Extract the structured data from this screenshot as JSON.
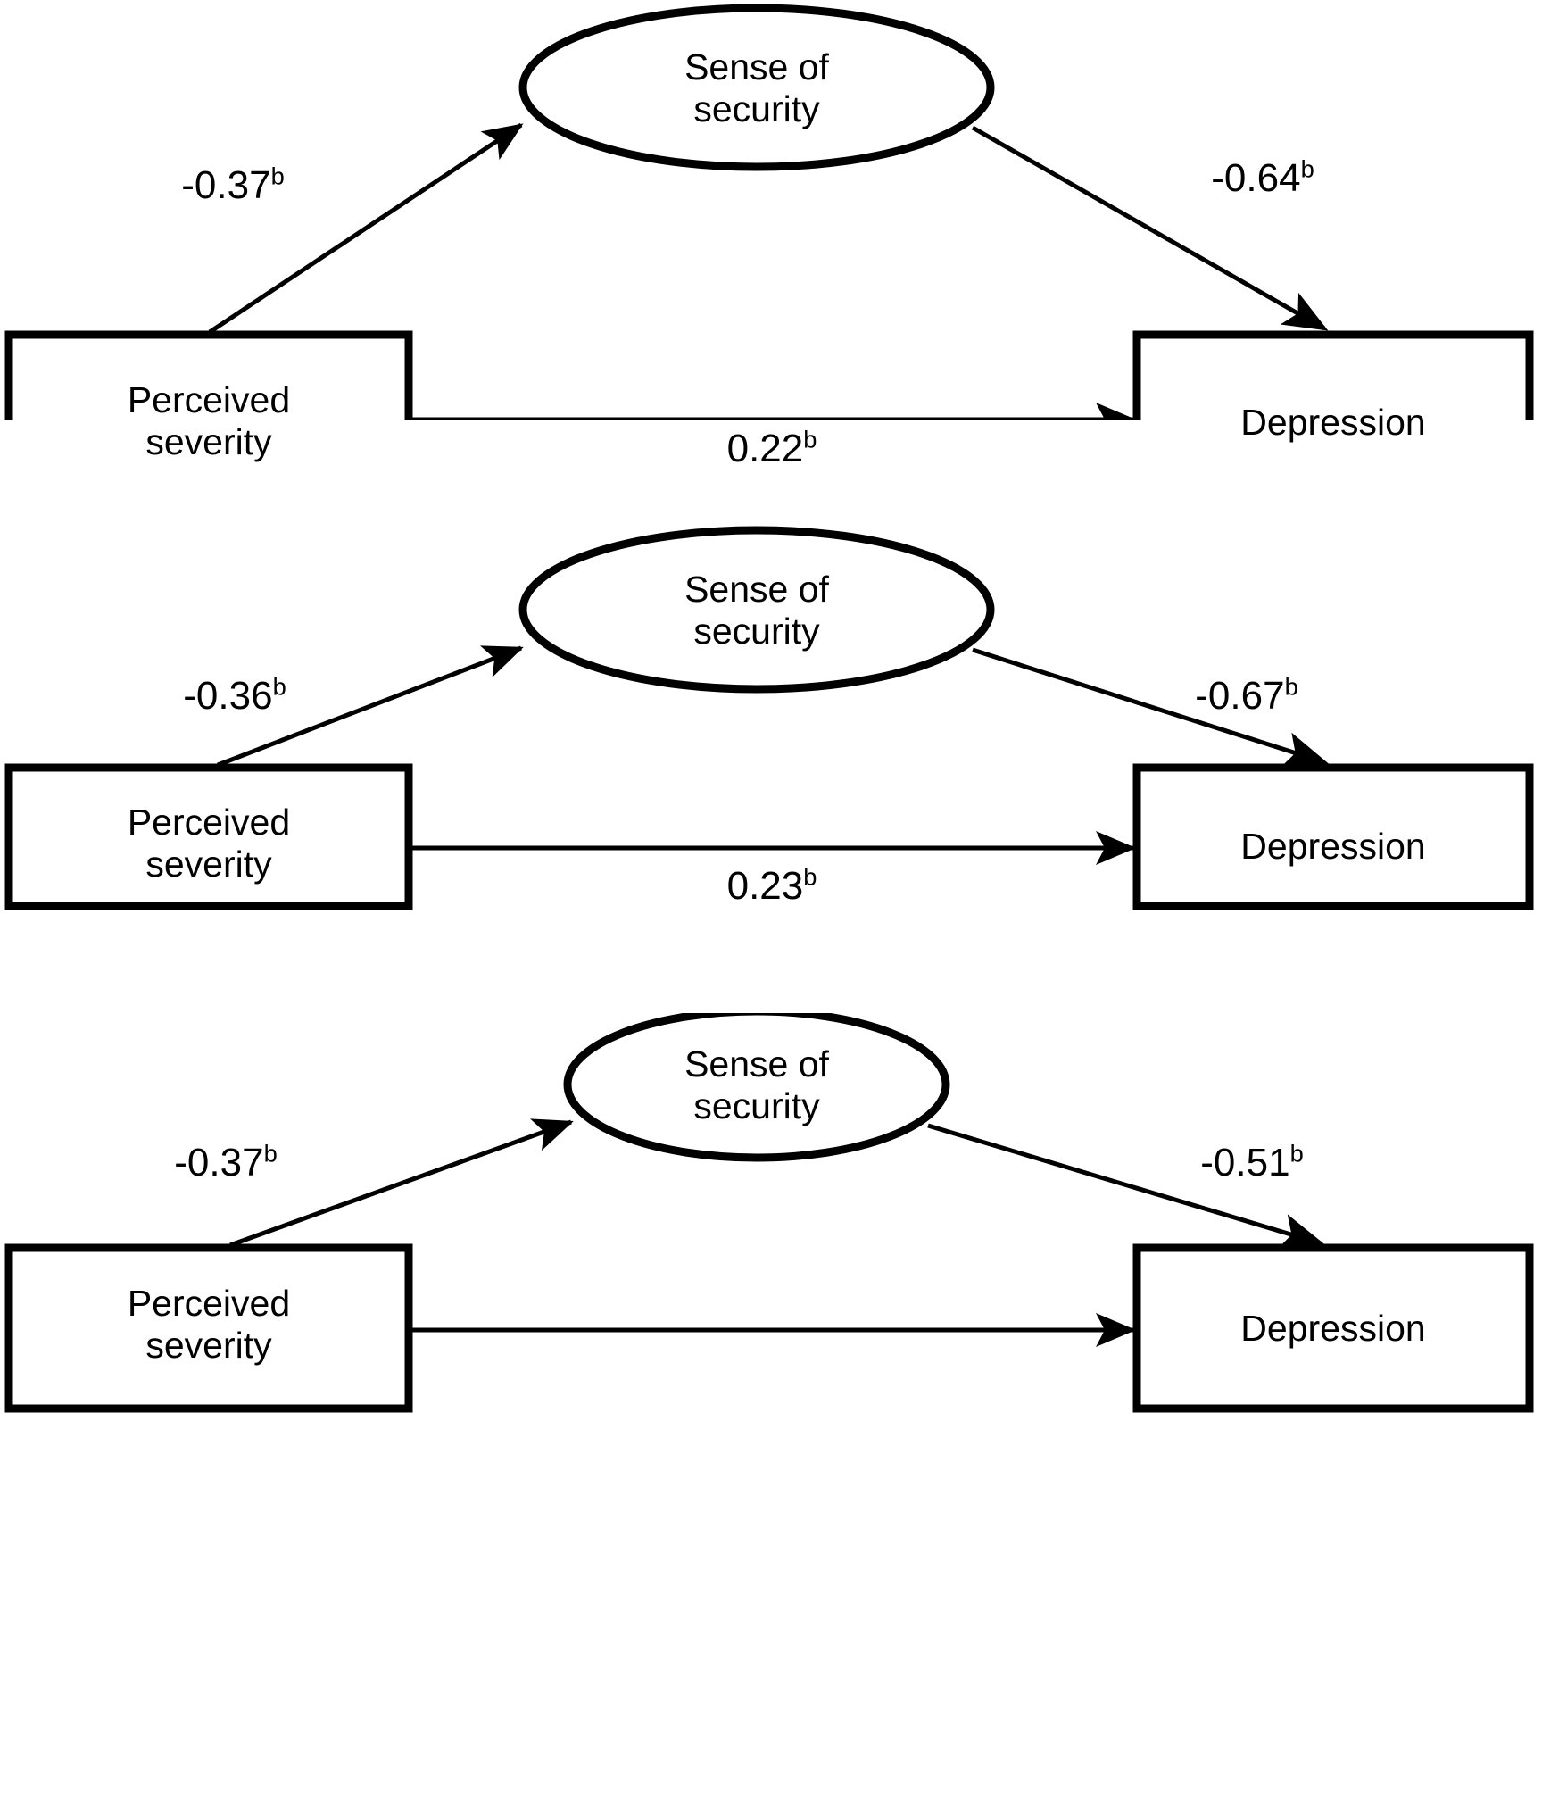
{
  "figure": {
    "type": "path-diagram",
    "description": "Three stacked mediation path diagrams: Perceived severity to Depression, mediated by Sense of security",
    "background_color": "#ffffff",
    "stroke_color": "#000000",
    "panel_count": 3
  },
  "chart_data": {
    "type": "diagram",
    "title": "",
    "panels": [
      {
        "id": "panel-1",
        "nodes": [
          {
            "id": "mediator",
            "shape": "ellipse",
            "line1": "Sense of",
            "line2": "security"
          },
          {
            "id": "predictor",
            "shape": "rectangle",
            "line1": "Perceived",
            "line2": "severity"
          },
          {
            "id": "outcome",
            "shape": "rectangle",
            "line1": "Depression",
            "line2": ""
          }
        ],
        "paths": [
          {
            "id": "a-path",
            "from": "predictor",
            "to": "mediator",
            "coefficient": "-0.37",
            "significance": "b"
          },
          {
            "id": "b-path",
            "from": "mediator",
            "to": "outcome",
            "coefficient": "-0.64",
            "significance": "b"
          },
          {
            "id": "c-path",
            "from": "predictor",
            "to": "outcome",
            "coefficient": "0.22",
            "significance": "b"
          }
        ]
      },
      {
        "id": "panel-2",
        "nodes": [
          {
            "id": "mediator",
            "shape": "ellipse",
            "line1": "Sense of",
            "line2": "security"
          },
          {
            "id": "predictor",
            "shape": "rectangle",
            "line1": "Perceived",
            "line2": "severity"
          },
          {
            "id": "outcome",
            "shape": "rectangle",
            "line1": "Depression",
            "line2": ""
          }
        ],
        "paths": [
          {
            "id": "a-path",
            "from": "predictor",
            "to": "mediator",
            "coefficient": "-0.36",
            "significance": "b"
          },
          {
            "id": "b-path",
            "from": "mediator",
            "to": "outcome",
            "coefficient": "-0.67",
            "significance": "b"
          },
          {
            "id": "c-path",
            "from": "predictor",
            "to": "outcome",
            "coefficient": "0.23",
            "significance": "b"
          }
        ]
      },
      {
        "id": "panel-3",
        "nodes": [
          {
            "id": "mediator",
            "shape": "ellipse",
            "line1": "Sense of",
            "line2": "security"
          },
          {
            "id": "predictor",
            "shape": "rectangle",
            "line1": "Perceived",
            "line2": "severity"
          },
          {
            "id": "outcome",
            "shape": "rectangle",
            "line1": "Depression",
            "line2": ""
          }
        ],
        "paths": [
          {
            "id": "a-path",
            "from": "predictor",
            "to": "mediator",
            "coefficient": "-0.37",
            "significance": "b"
          },
          {
            "id": "b-path",
            "from": "mediator",
            "to": "outcome",
            "coefficient": "-0.51",
            "significance": "b"
          },
          {
            "id": "c-path",
            "from": "predictor",
            "to": "outcome",
            "coefficient": "",
            "significance": ""
          }
        ]
      }
    ]
  }
}
